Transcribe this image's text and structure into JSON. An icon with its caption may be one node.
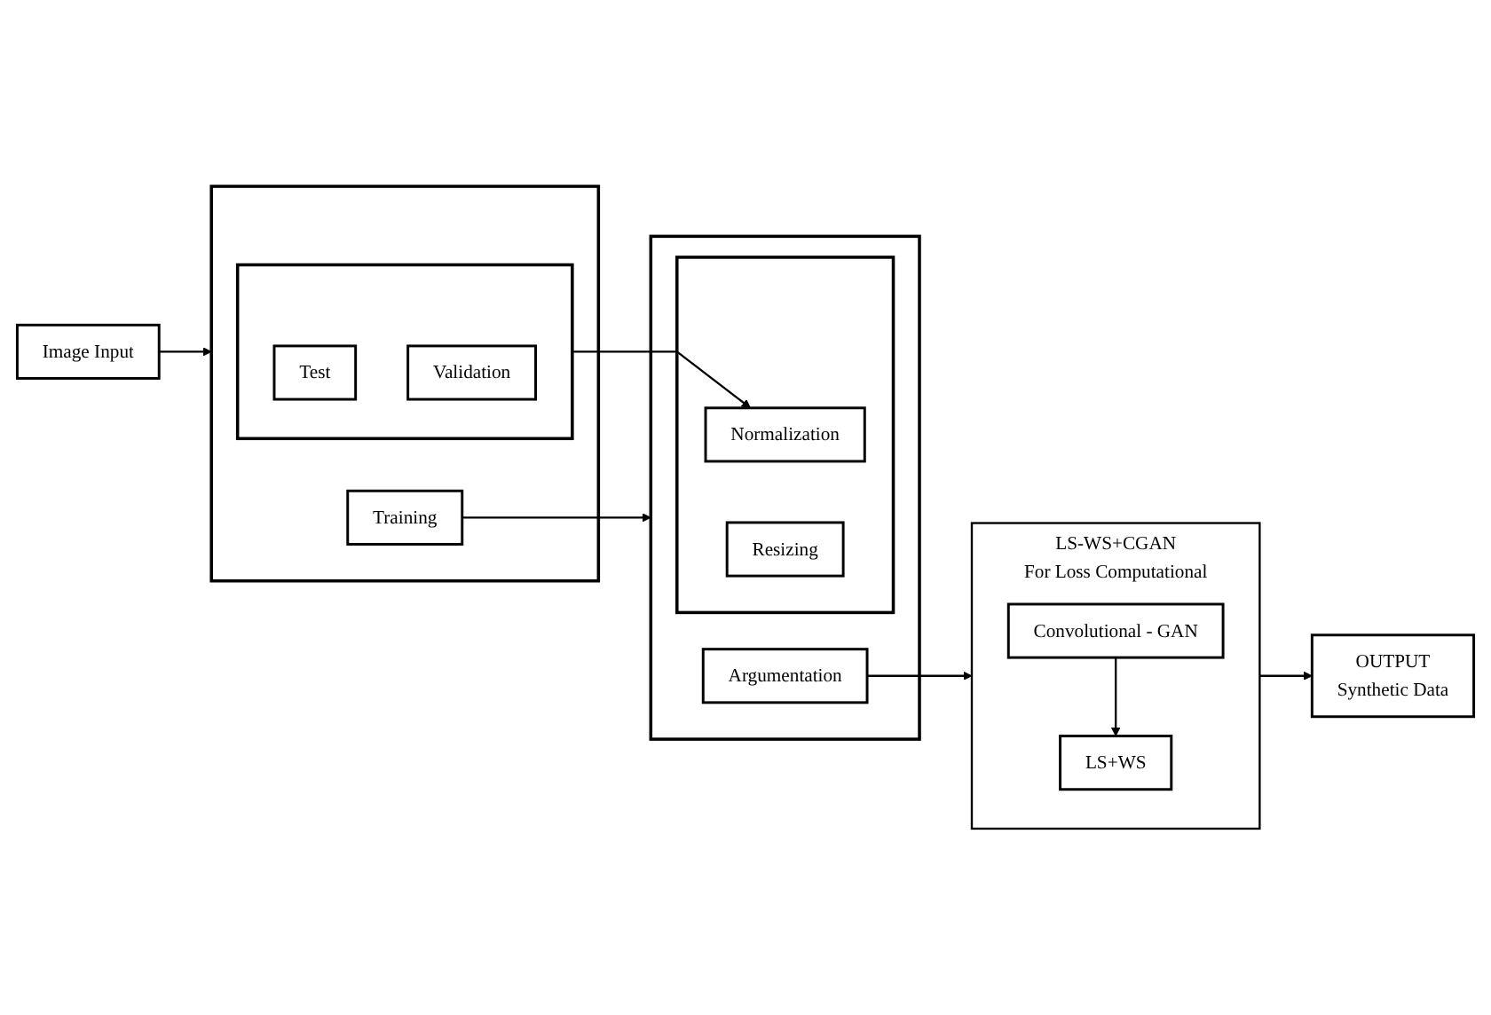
{
  "diagram": {
    "nodes": [
      {
        "text": [
          "Image Input"
        ]
      },
      {
        "text": [],
        "shape": "box"
      },
      {
        "text": [],
        "shape": "box",
        "in": 1
      },
      {
        "text": [
          "Test"
        ],
        "in": 2
      },
      {
        "text": [
          "Validation"
        ],
        "in": 2
      },
      {
        "text": [
          "Training"
        ],
        "in": 1
      },
      {
        "text": [],
        "shape": "box"
      },
      {
        "text": [],
        "shape": "box",
        "in": 6
      },
      {
        "text": [
          "Normalization"
        ],
        "in": 7
      },
      {
        "text": [
          "Resizing"
        ],
        "in": 7
      },
      {
        "text": [
          "Argumentation"
        ],
        "in": 6
      },
      {
        "text": [
          "LS-WS+CGAN",
          "For Loss Computational"
        ]
      },
      {
        "text": [
          "Convolutional - GAN"
        ],
        "in": 11
      },
      {
        "text": [
          "LS+WS"
        ],
        "in": 11
      },
      {
        "text": [
          "OUTPUT",
          "Synthetic Data"
        ]
      }
    ],
    "edges": [
      {
        "from": 0,
        "to": 1,
        "arrow": "to"
      },
      {
        "from": 2,
        "to": 8,
        "arrow": "to"
      },
      {
        "from": 5,
        "to": 6,
        "arrow": "to"
      },
      {
        "from": 10,
        "to": 11,
        "arrow": "to"
      },
      {
        "from": 12,
        "to": 13,
        "arrow": "to"
      },
      {
        "from": 11,
        "to": 14,
        "arrow": "to"
      }
    ]
  }
}
